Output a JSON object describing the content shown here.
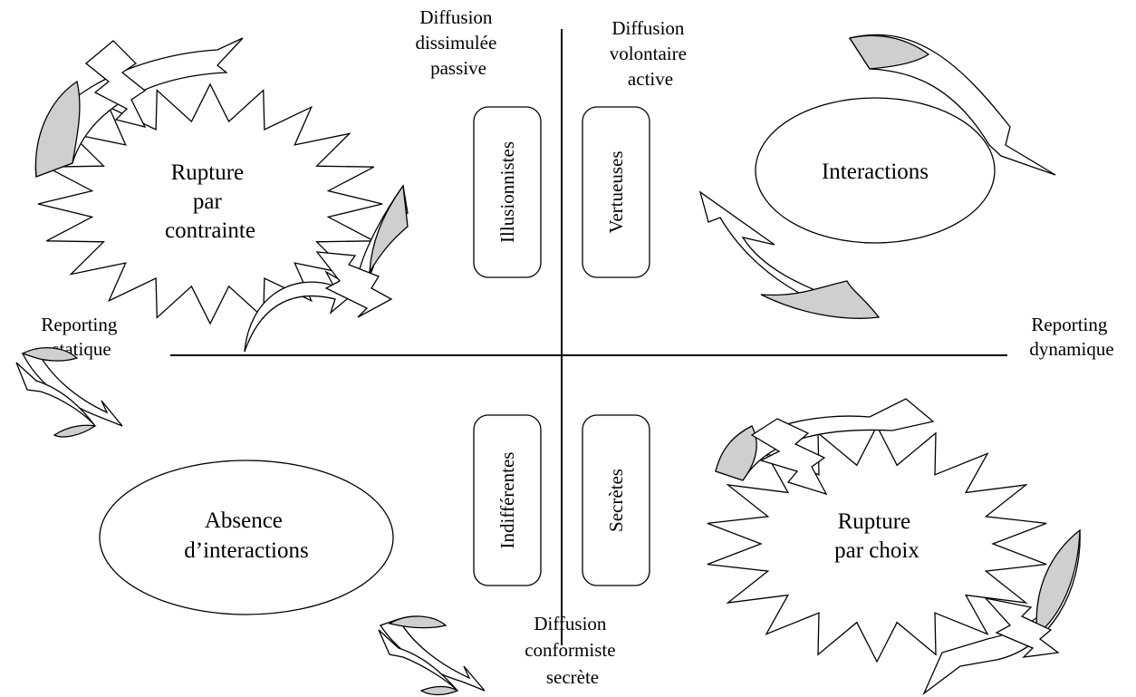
{
  "axes": {
    "top_left": [
      "Diffusion",
      "dissimulée",
      "passive"
    ],
    "top_right": [
      "Diffusion",
      "volontaire",
      "active"
    ],
    "left": [
      "Reporting",
      "statique"
    ],
    "right": [
      "Reporting",
      "dynamique"
    ],
    "bottom": [
      "Diffusion",
      "conformiste",
      "secrète"
    ]
  },
  "boxes": {
    "illusionnistes": "Illusionnistes",
    "vertueuses": "Vertueuses",
    "indifferentes": "Indifférentes",
    "secretes": "Secrètes"
  },
  "shapes": {
    "rupture_contrainte": [
      "Rupture",
      "par",
      "contrainte"
    ],
    "interactions": "Interactions",
    "absence": [
      "Absence",
      "d’interactions"
    ],
    "rupture_choix": [
      "Rupture",
      "par choix"
    ]
  }
}
